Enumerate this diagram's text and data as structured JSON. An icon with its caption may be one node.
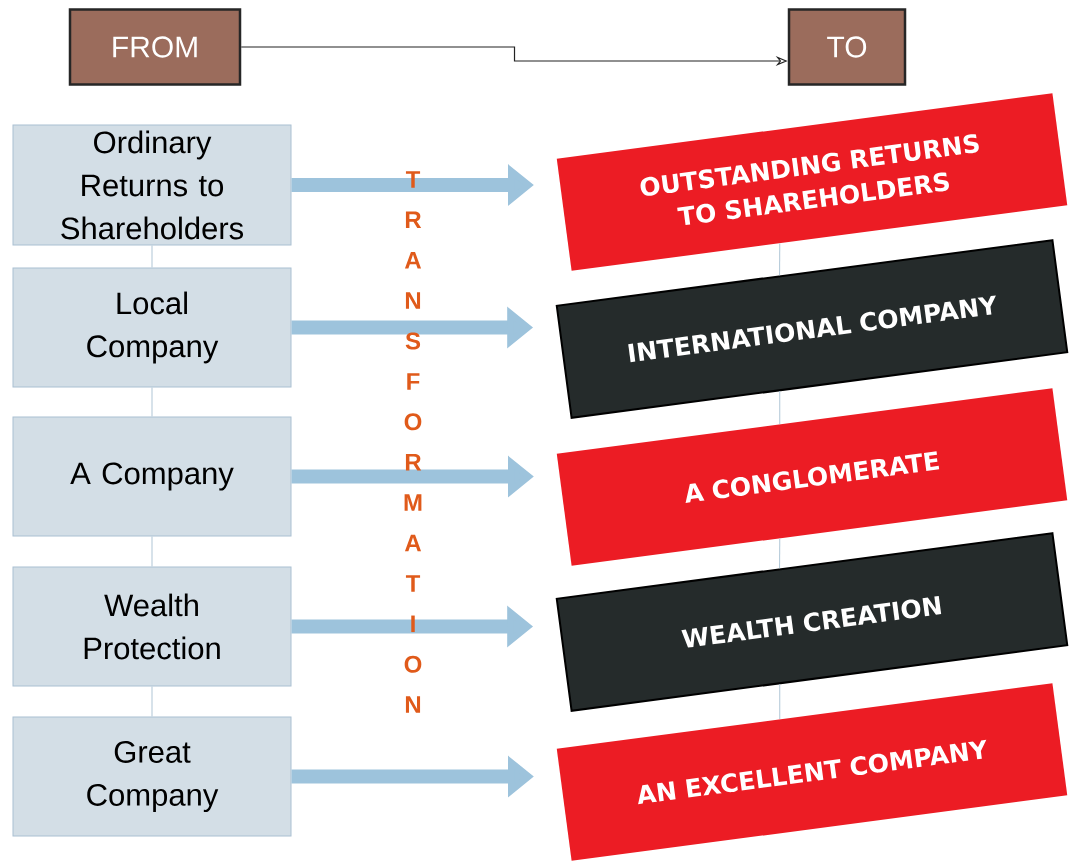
{
  "diagram": {
    "nodes": [
      {
        "text": [
          "FROM"
        ]
      },
      {
        "text": [
          "TO"
        ]
      },
      {
        "text": [
          "Ordinary Returns to Shareholders"
        ]
      },
      {
        "text": [
          "Local Company"
        ]
      },
      {
        "text": [
          "A Company"
        ]
      },
      {
        "text": [
          "Wealth Protection"
        ]
      },
      {
        "text": [
          "Great Company"
        ]
      },
      {
        "text": [
          "OUTSTANDING RETURNS TO SHAREHOLDERS"
        ]
      },
      {
        "text": [
          "INTERNATIONAL COMPANY"
        ]
      },
      {
        "text": [
          "A CONGLOMERATE"
        ]
      },
      {
        "text": [
          "WEALTH CREATION"
        ]
      },
      {
        "text": [
          "AN EXCELLENT COMPANY"
        ]
      }
    ],
    "edges": [
      {
        "from": 0,
        "to": 1,
        "arrow": "to",
        "color": "#222222"
      },
      {
        "from": 2,
        "to": 7,
        "arrow": "to",
        "style": "thick",
        "color": "#9dc3dc"
      },
      {
        "from": 3,
        "to": 8,
        "arrow": "to",
        "style": "thick",
        "color": "#9dc3dc"
      },
      {
        "from": 4,
        "to": 9,
        "arrow": "to",
        "style": "thick",
        "color": "#9dc3dc"
      },
      {
        "from": 5,
        "to": 10,
        "arrow": "to",
        "style": "thick",
        "color": "#9dc3dc"
      },
      {
        "from": 6,
        "to": 11,
        "arrow": "to",
        "style": "thick",
        "color": "#9dc3dc"
      },
      {
        "from": 2,
        "to": 3,
        "arrow": "none"
      },
      {
        "from": 3,
        "to": 4,
        "arrow": "none"
      },
      {
        "from": 4,
        "to": 5,
        "arrow": "none"
      },
      {
        "from": 5,
        "to": 6,
        "arrow": "none"
      },
      {
        "from": 7,
        "to": 8,
        "arrow": "none"
      },
      {
        "from": 8,
        "to": 9,
        "arrow": "none"
      },
      {
        "from": 9,
        "to": 10,
        "arrow": "none"
      },
      {
        "from": 10,
        "to": 11,
        "arrow": "none"
      }
    ],
    "labels": [
      "TRANSFORMATION"
    ]
  }
}
